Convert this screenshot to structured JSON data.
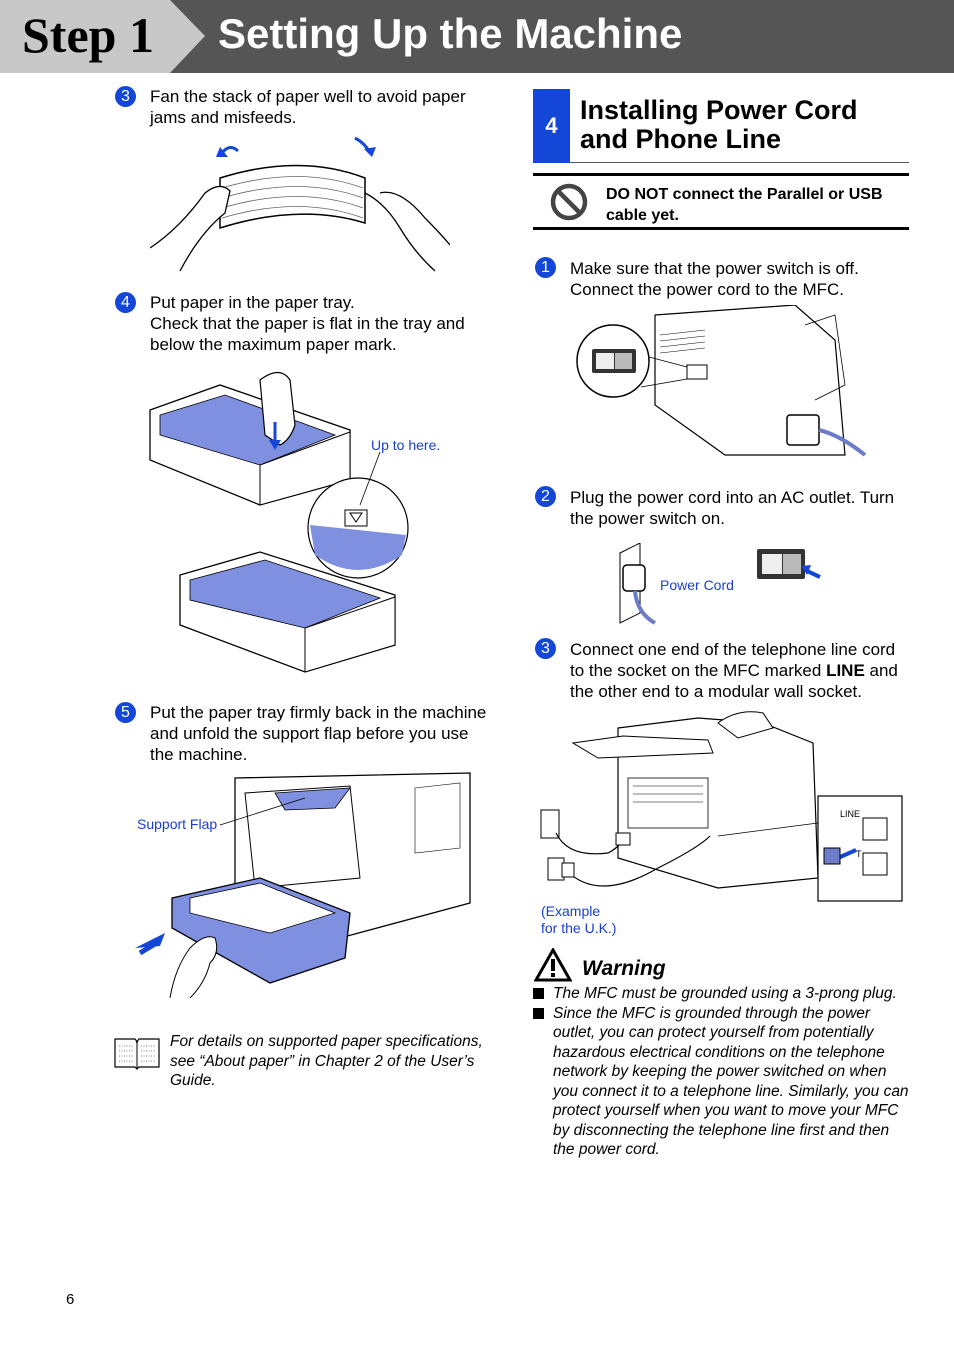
{
  "header": {
    "step": "Step 1",
    "title": "Setting Up the Machine"
  },
  "left_steps": [
    {
      "num": "3",
      "text": "Fan the stack of paper well to avoid paper jams and misfeeds."
    },
    {
      "num": "4",
      "text_lines": [
        "Put paper in the paper tray.",
        "Check that the paper is flat in the tray and below the maximum paper mark."
      ]
    },
    {
      "num": "5",
      "text": "Put the paper tray firmly back in the machine and unfold the support flap before you use the machine."
    }
  ],
  "captions": {
    "up_to_here": "Up to here.",
    "support_flap": "Support Flap",
    "power_cord": "Power Cord",
    "example_line1": "(Example",
    "example_line2": "for the U.K.)",
    "line_label": "LINE",
    "t_label": "T"
  },
  "note": "For details on supported paper specifications, see “About paper” in Chapter 2 of the User’s Guide.",
  "section": {
    "num": "4",
    "title": "Installing Power Cord and Phone Line"
  },
  "caution": "DO NOT connect the Parallel or USB cable yet.",
  "right_steps": [
    {
      "num": "1",
      "text": "Make sure that the power switch is off. Connect the power cord to the MFC."
    },
    {
      "num": "2",
      "text": "Plug the power cord into an AC outlet. Turn the power switch on."
    },
    {
      "num": "3",
      "text_before": "Connect one end of the telephone line cord to the socket on the MFC marked ",
      "bold": "LINE",
      "text_after": " and the other end to a modular wall socket."
    }
  ],
  "warning": {
    "title": "Warning",
    "items": [
      "The MFC must be grounded using a 3-prong plug.",
      "Since the MFC is grounded through the power outlet, you can protect yourself from potentially hazardous electrical conditions on the telephone network by keeping the power switched on when you connect it to a telephone line. Similarly, you can protect yourself when you want to move your MFC by disconnecting the telephone line first and then the power cord."
    ]
  },
  "page_number": "6",
  "colors": {
    "accent": "#1446d8",
    "header": "#555555",
    "paper": "#7f90e0",
    "caption": "#1a3fd0"
  }
}
